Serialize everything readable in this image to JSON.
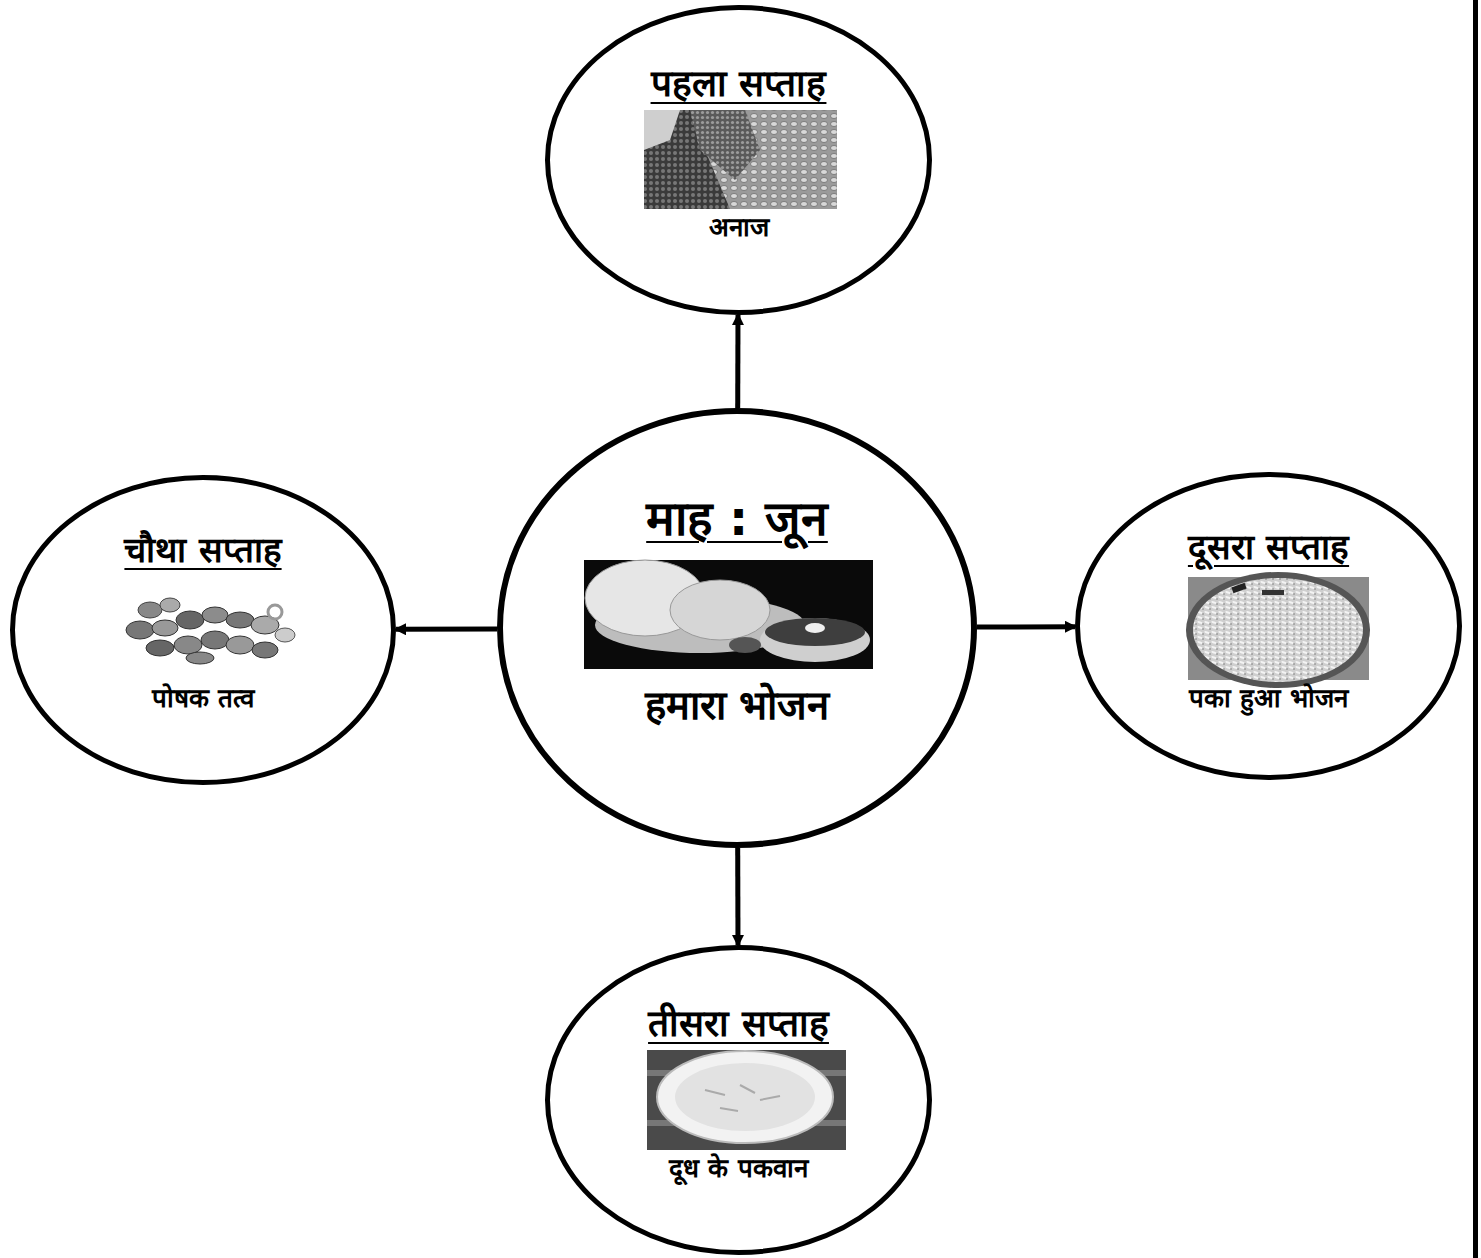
{
  "diagram": {
    "nodes": [
      {
        "text": [
          "माह : जून",
          "हमारा भोजन"
        ]
      },
      {
        "text": [
          "पहला सप्ताह",
          "अनाज"
        ]
      },
      {
        "text": [
          "दूसरा सप्ताह",
          "पका हुआ भोजन"
        ]
      },
      {
        "text": [
          "तीसरा सप्ताह",
          "दूध के पकवान"
        ]
      },
      {
        "text": [
          "चौथा सप्ताह",
          "पोषक तत्व"
        ]
      }
    ],
    "edges": [
      {
        "from": 0,
        "to": 1,
        "arrow": "to"
      },
      {
        "from": 0,
        "to": 2,
        "arrow": "to"
      },
      {
        "from": 0,
        "to": 3,
        "arrow": "to"
      },
      {
        "from": 0,
        "to": 4,
        "arrow": "to"
      }
    ]
  }
}
